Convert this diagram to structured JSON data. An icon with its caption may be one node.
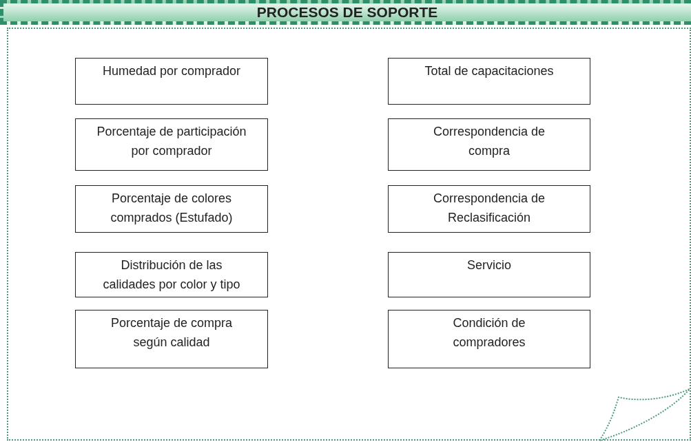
{
  "diagram": {
    "nodes": [
      {
        "text": [
          "PROCESOS DE SOPORTE"
        ]
      },
      {
        "text": [],
        "shape": "box"
      },
      {
        "text": [
          "Humedad por comprador"
        ],
        "in": 1
      },
      {
        "text": [
          "Total de capacitaciones"
        ],
        "in": 1
      },
      {
        "text": [
          "Porcentaje de participación por comprador"
        ],
        "in": 1
      },
      {
        "text": [
          "Correspondencia de compra"
        ],
        "in": 1
      },
      {
        "text": [
          "Porcentaje de colores comprados (Estufado)"
        ],
        "in": 1
      },
      {
        "text": [
          "Correspondencia de Reclasificación"
        ],
        "in": 1
      },
      {
        "text": [
          "Distribución de las calidades por color y tipo"
        ],
        "in": 1
      },
      {
        "text": [
          "Servicio"
        ],
        "in": 1
      },
      {
        "text": [
          "Porcentaje de compra según calidad"
        ],
        "in": 1
      },
      {
        "text": [
          "Condición de compradores"
        ],
        "in": 1
      }
    ],
    "edges": []
  }
}
